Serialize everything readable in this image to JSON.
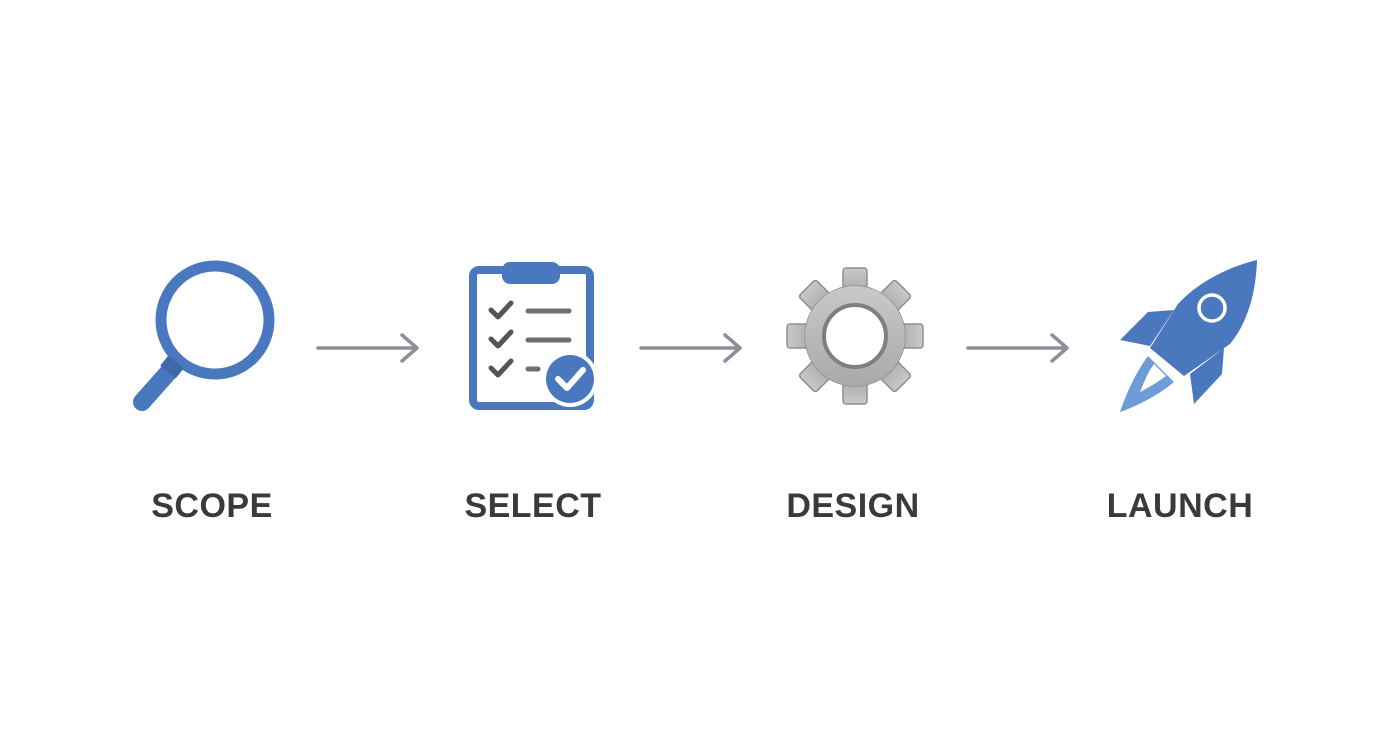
{
  "colors": {
    "accent_blue": "#4a78bf",
    "light_blue": "#6f9bd8",
    "arrow_gray": "#8c8e9c",
    "gear_gray": "#b9b9b9",
    "gear_stroke": "#8f8f8f",
    "label_text": "#3a3a3a"
  },
  "steps": [
    {
      "label": "SCOPE",
      "icon": "magnifying-glass-icon"
    },
    {
      "label": "SELECT",
      "icon": "clipboard-checklist-icon"
    },
    {
      "label": "DESIGN",
      "icon": "gear-icon"
    },
    {
      "label": "LAUNCH",
      "icon": "rocket-icon"
    }
  ],
  "connectors": [
    {
      "icon": "arrow-right-icon"
    },
    {
      "icon": "arrow-right-icon"
    },
    {
      "icon": "arrow-right-icon"
    }
  ]
}
